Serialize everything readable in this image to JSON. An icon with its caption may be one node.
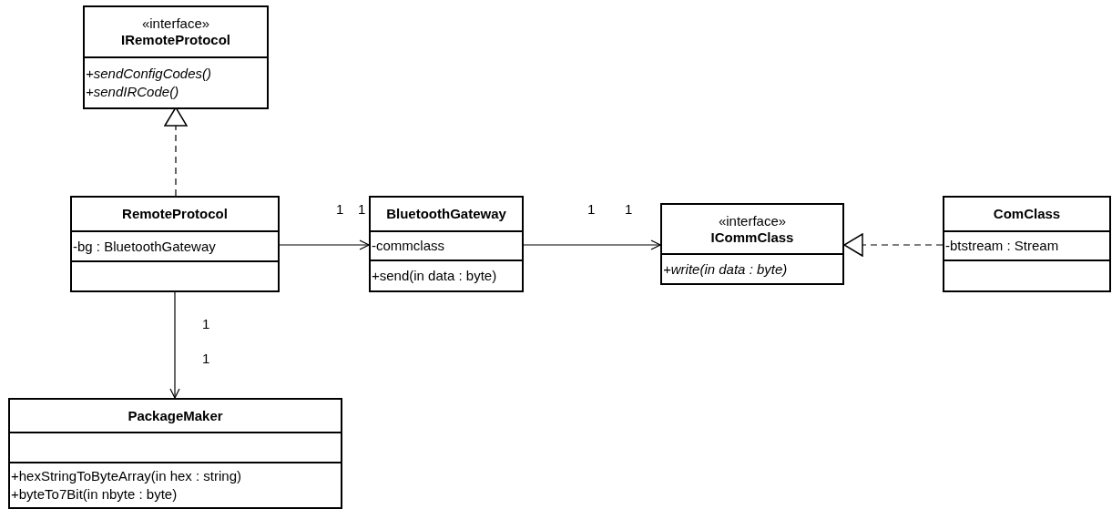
{
  "diagram": {
    "nodes": [
      {
        "text": [
          "«interface»",
          "IRemoteProtocol"
        ]
      },
      {
        "text": [
          "+sendConfigCodes()",
          "+sendIRCode()"
        ],
        "in": 0
      },
      {
        "text": [
          "RemoteProtocol"
        ]
      },
      {
        "text": [
          "-bg : BluetoothGateway"
        ],
        "in": 2
      },
      {
        "text": [],
        "shape": "box",
        "in": 2
      },
      {
        "text": [
          "BluetoothGateway"
        ]
      },
      {
        "text": [
          "-commclass"
        ],
        "in": 5
      },
      {
        "text": [
          "+send(in data : byte)"
        ],
        "in": 5
      },
      {
        "text": [
          "«interface»",
          "ICommClass"
        ]
      },
      {
        "text": [
          "+write(in data : byte)"
        ],
        "in": 8
      },
      {
        "text": [
          "ComClass"
        ]
      },
      {
        "text": [
          "-btstream : Stream"
        ],
        "in": 10
      },
      {
        "text": [],
        "shape": "box",
        "in": 10
      },
      {
        "text": [
          "PackageMaker"
        ]
      },
      {
        "text": [],
        "shape": "box",
        "in": 13
      },
      {
        "text": [
          "+hexStringToByteArray(in hex : string)",
          "+byteTo7Bit(in nbyte : byte)"
        ],
        "in": 13
      }
    ],
    "edges": [
      {
        "from": 2,
        "to": 0,
        "arrow": "to",
        "style": "dashed"
      },
      {
        "from": 3,
        "to": 6,
        "arrow": "to"
      },
      {
        "from": 6,
        "to": 8,
        "arrow": "to"
      },
      {
        "from": 11,
        "to": 8,
        "arrow": "to",
        "style": "dashed"
      },
      {
        "from": 2,
        "to": 13,
        "arrow": "to"
      }
    ],
    "labels": [
      "1",
      "1",
      "1",
      "1",
      "1",
      "1"
    ]
  }
}
